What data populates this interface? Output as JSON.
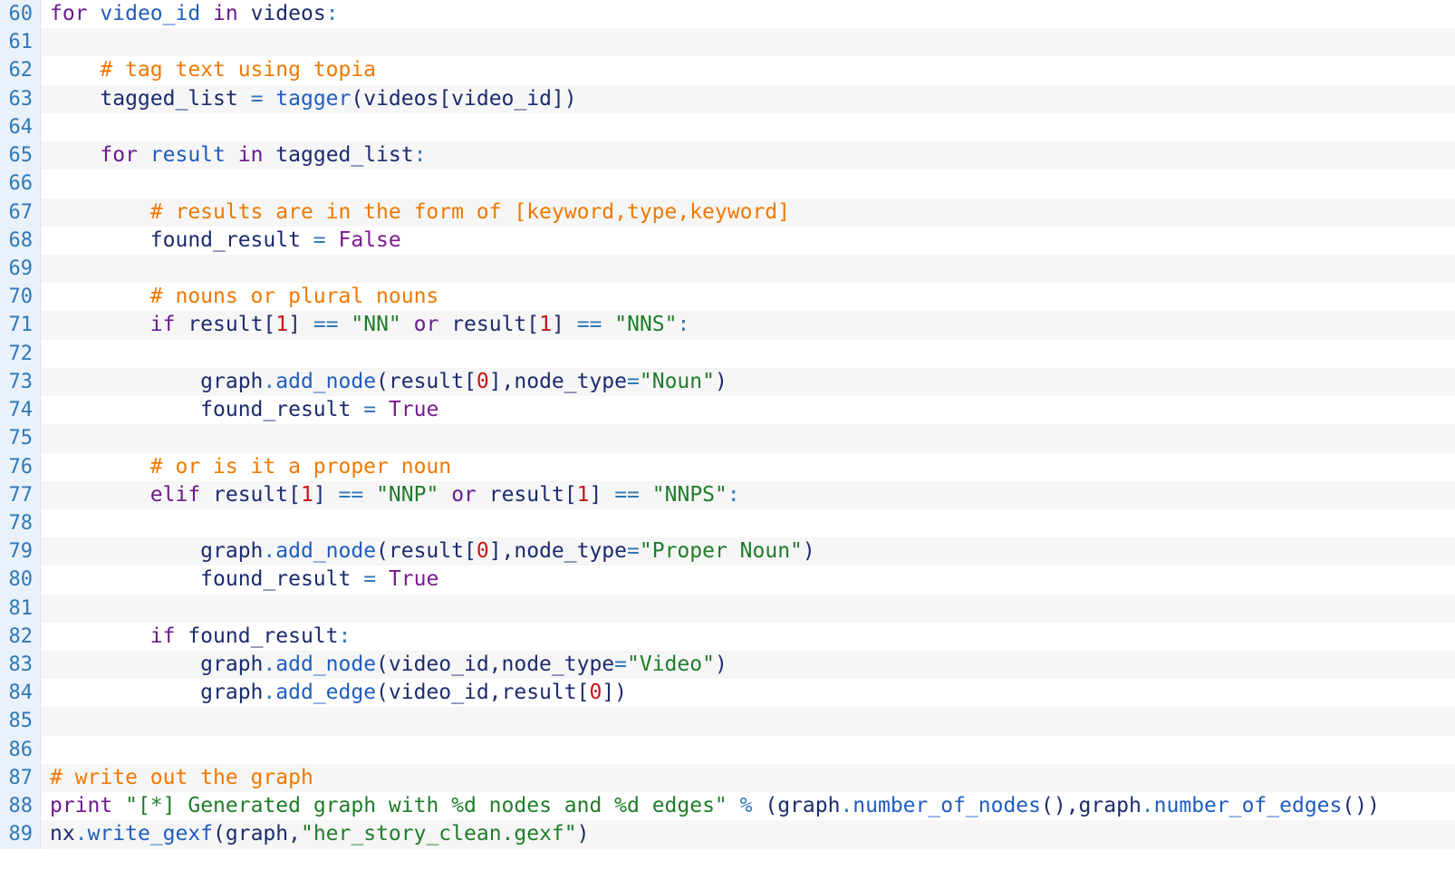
{
  "editor": {
    "lines": [
      {
        "num": "60",
        "tokens": [
          [
            "kw",
            "for"
          ],
          [
            "plain",
            " "
          ],
          [
            "func",
            "video_id"
          ],
          [
            "plain",
            " "
          ],
          [
            "kw",
            "in"
          ],
          [
            "plain",
            " videos"
          ],
          [
            "op",
            ":"
          ]
        ]
      },
      {
        "num": "61",
        "tokens": []
      },
      {
        "num": "62",
        "tokens": [
          [
            "plain",
            "    "
          ],
          [
            "comment",
            "# tag text using topia"
          ]
        ]
      },
      {
        "num": "63",
        "tokens": [
          [
            "plain",
            "    tagged_list "
          ],
          [
            "op",
            "="
          ],
          [
            "plain",
            " "
          ],
          [
            "func",
            "tagger"
          ],
          [
            "plain",
            "(videos[video_id])"
          ]
        ]
      },
      {
        "num": "64",
        "tokens": []
      },
      {
        "num": "65",
        "tokens": [
          [
            "plain",
            "    "
          ],
          [
            "kw",
            "for"
          ],
          [
            "plain",
            " "
          ],
          [
            "func",
            "result"
          ],
          [
            "plain",
            " "
          ],
          [
            "kw",
            "in"
          ],
          [
            "plain",
            " tagged_list"
          ],
          [
            "op",
            ":"
          ]
        ]
      },
      {
        "num": "66",
        "tokens": []
      },
      {
        "num": "67",
        "tokens": [
          [
            "plain",
            "        "
          ],
          [
            "comment",
            "# results are in the form of [keyword,type,keyword]"
          ]
        ]
      },
      {
        "num": "68",
        "tokens": [
          [
            "plain",
            "        found_result "
          ],
          [
            "op",
            "="
          ],
          [
            "plain",
            " "
          ],
          [
            "const",
            "False"
          ]
        ]
      },
      {
        "num": "69",
        "tokens": []
      },
      {
        "num": "70",
        "tokens": [
          [
            "plain",
            "        "
          ],
          [
            "comment",
            "# nouns or plural nouns"
          ]
        ]
      },
      {
        "num": "71",
        "tokens": [
          [
            "plain",
            "        "
          ],
          [
            "kw",
            "if"
          ],
          [
            "plain",
            " result["
          ],
          [
            "num",
            "1"
          ],
          [
            "plain",
            "] "
          ],
          [
            "op",
            "=="
          ],
          [
            "plain",
            " "
          ],
          [
            "str",
            "\"NN\""
          ],
          [
            "plain",
            " "
          ],
          [
            "kw",
            "or"
          ],
          [
            "plain",
            " result["
          ],
          [
            "num",
            "1"
          ],
          [
            "plain",
            "] "
          ],
          [
            "op",
            "=="
          ],
          [
            "plain",
            " "
          ],
          [
            "str",
            "\"NNS\""
          ],
          [
            "op",
            ":"
          ]
        ]
      },
      {
        "num": "72",
        "tokens": []
      },
      {
        "num": "73",
        "tokens": [
          [
            "plain",
            "            graph"
          ],
          [
            "op",
            "."
          ],
          [
            "func",
            "add_node"
          ],
          [
            "plain",
            "(result["
          ],
          [
            "num",
            "0"
          ],
          [
            "plain",
            "],node_type"
          ],
          [
            "op",
            "="
          ],
          [
            "str",
            "\"Noun\""
          ],
          [
            "plain",
            ")"
          ]
        ]
      },
      {
        "num": "74",
        "tokens": [
          [
            "plain",
            "            found_result "
          ],
          [
            "op",
            "="
          ],
          [
            "plain",
            " "
          ],
          [
            "const",
            "True"
          ]
        ]
      },
      {
        "num": "75",
        "tokens": []
      },
      {
        "num": "76",
        "tokens": [
          [
            "plain",
            "        "
          ],
          [
            "comment",
            "# or is it a proper noun"
          ]
        ]
      },
      {
        "num": "77",
        "tokens": [
          [
            "plain",
            "        "
          ],
          [
            "kw",
            "elif"
          ],
          [
            "plain",
            " result["
          ],
          [
            "num",
            "1"
          ],
          [
            "plain",
            "] "
          ],
          [
            "op",
            "=="
          ],
          [
            "plain",
            " "
          ],
          [
            "str",
            "\"NNP\""
          ],
          [
            "plain",
            " "
          ],
          [
            "kw",
            "or"
          ],
          [
            "plain",
            " result["
          ],
          [
            "num",
            "1"
          ],
          [
            "plain",
            "] "
          ],
          [
            "op",
            "=="
          ],
          [
            "plain",
            " "
          ],
          [
            "str",
            "\"NNPS\""
          ],
          [
            "op",
            ":"
          ]
        ]
      },
      {
        "num": "78",
        "tokens": []
      },
      {
        "num": "79",
        "tokens": [
          [
            "plain",
            "            graph"
          ],
          [
            "op",
            "."
          ],
          [
            "func",
            "add_node"
          ],
          [
            "plain",
            "(result["
          ],
          [
            "num",
            "0"
          ],
          [
            "plain",
            "],node_type"
          ],
          [
            "op",
            "="
          ],
          [
            "str",
            "\"Proper Noun\""
          ],
          [
            "plain",
            ")"
          ]
        ]
      },
      {
        "num": "80",
        "tokens": [
          [
            "plain",
            "            found_result "
          ],
          [
            "op",
            "="
          ],
          [
            "plain",
            " "
          ],
          [
            "const",
            "True"
          ]
        ]
      },
      {
        "num": "81",
        "tokens": []
      },
      {
        "num": "82",
        "tokens": [
          [
            "plain",
            "        "
          ],
          [
            "kw",
            "if"
          ],
          [
            "plain",
            " found_result"
          ],
          [
            "op",
            ":"
          ]
        ]
      },
      {
        "num": "83",
        "tokens": [
          [
            "plain",
            "            graph"
          ],
          [
            "op",
            "."
          ],
          [
            "func",
            "add_node"
          ],
          [
            "plain",
            "(video_id,node_type"
          ],
          [
            "op",
            "="
          ],
          [
            "str",
            "\"Video\""
          ],
          [
            "plain",
            ")"
          ]
        ]
      },
      {
        "num": "84",
        "tokens": [
          [
            "plain",
            "            graph"
          ],
          [
            "op",
            "."
          ],
          [
            "func",
            "add_edge"
          ],
          [
            "plain",
            "(video_id,result["
          ],
          [
            "num",
            "0"
          ],
          [
            "plain",
            "])"
          ]
        ]
      },
      {
        "num": "85",
        "tokens": []
      },
      {
        "num": "86",
        "tokens": []
      },
      {
        "num": "87",
        "tokens": [
          [
            "comment",
            "# write out the graph"
          ]
        ]
      },
      {
        "num": "88",
        "tokens": [
          [
            "kw",
            "print"
          ],
          [
            "plain",
            " "
          ],
          [
            "str",
            "\"[*] Generated graph with %d nodes and %d edges\""
          ],
          [
            "plain",
            " "
          ],
          [
            "op",
            "%"
          ],
          [
            "plain",
            " (graph"
          ],
          [
            "op",
            "."
          ],
          [
            "func",
            "number_of_nodes"
          ],
          [
            "plain",
            "(),graph"
          ],
          [
            "op",
            "."
          ],
          [
            "func",
            "number_of_edges"
          ],
          [
            "plain",
            "())"
          ]
        ]
      },
      {
        "num": "89",
        "tokens": [
          [
            "plain",
            "nx"
          ],
          [
            "op",
            "."
          ],
          [
            "func",
            "write_gexf"
          ],
          [
            "plain",
            "(graph,"
          ],
          [
            "str",
            "\"her_story_clean.gexf\""
          ],
          [
            "plain",
            ")"
          ]
        ]
      }
    ]
  },
  "colors": {
    "keyword": "#6a1b8c",
    "function": "#1f5dbf",
    "string": "#1e7d28",
    "number": "#c81414",
    "comment": "#f07800",
    "constant": "#7a1a8c",
    "operator": "#2f78b8",
    "line_number": "#2f78b8",
    "gutter_bg": "#e9f1fa"
  }
}
